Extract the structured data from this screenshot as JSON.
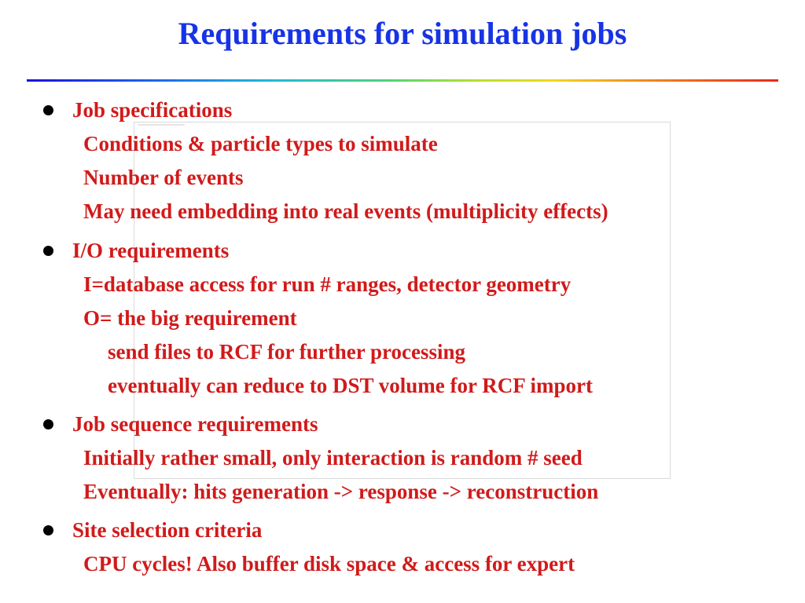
{
  "slide": {
    "title": "Requirements for simulation jobs",
    "title_color": "#1733e6",
    "text_color": "#d11a1a",
    "bullet_color": "#000000",
    "sections": [
      {
        "heading": "Job specifications",
        "items": [
          "Conditions & particle types to simulate",
          "Number of events",
          "May need embedding into real events (multiplicity effects)"
        ]
      },
      {
        "heading": "I/O requirements",
        "items": [
          "I=database access for run # ranges, detector geometry",
          "O= the big requirement"
        ],
        "subitems": [
          "send files to RCF for further processing",
          "eventually can reduce to DST volume for RCF import"
        ]
      },
      {
        "heading": "Job sequence requirements",
        "items": [
          "Initially rather small, only interaction is random # seed",
          "Eventually: hits generation -> response -> reconstruction"
        ]
      },
      {
        "heading": "Site selection criteria",
        "items": [
          "CPU cycles! Also buffer disk space & access for expert"
        ]
      }
    ]
  }
}
